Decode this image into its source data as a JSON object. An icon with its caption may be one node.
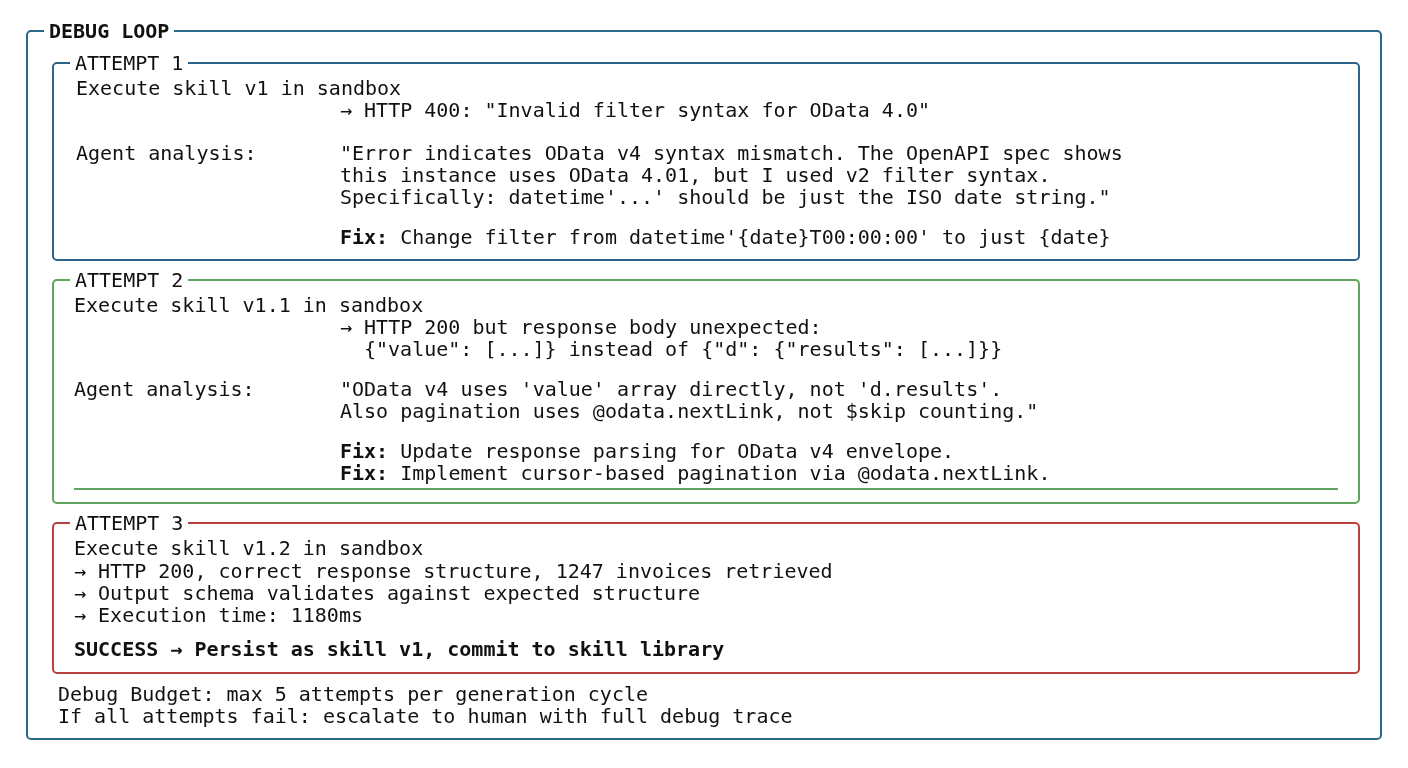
{
  "diagram": {
    "nodes": [
      {
        "text": [
          "DEBUG LOOP",
          "Debug Budget: max 5 attempts per generation cycle",
          "If all attempts fail: escalate to human with full debug trace"
        ]
      },
      {
        "text": [
          "ATTEMPT 1",
          "Execute skill v1 in sandbox",
          "→ HTTP 400: \"Invalid filter syntax for OData 4.0\"",
          "Agent analysis:",
          "\"Error indicates OData v4 syntax mismatch. The OpenAPI spec shows this instance uses OData 4.01, but I used v2 filter syntax. Specifically: datetime'...' should be just the ISO date string.\"",
          "**Fix:** Change filter from datetime'{date}T00:00:00' to just {date}"
        ],
        "in": 0
      },
      {
        "text": [
          "ATTEMPT 2",
          "Execute skill v1.1 in sandbox",
          "→ HTTP 200 but response body unexpected:",
          "{\"value\": [...]} instead of {\"d\": {\"results\": [...]}}",
          "Agent analysis:",
          "\"OData v4 uses 'value' array directly, not 'd.results'. Also pagination uses @odata.nextLink, not $skip counting.\"",
          "**Fix:** Update response parsing for OData v4 envelope.",
          "**Fix:** Implement cursor-based pagination via @odata.nextLink."
        ],
        "in": 0
      },
      {
        "text": [
          "ATTEMPT 3",
          "Execute skill v1.2 in sandbox",
          "→ HTTP 200, correct response structure, 1247 invoices retrieved",
          "→ Output schema validates against expected structure",
          "→ Execution time: 1180ms",
          "SUCCESS → Persist as skill v1, commit to skill library"
        ],
        "in": 0
      }
    ]
  }
}
